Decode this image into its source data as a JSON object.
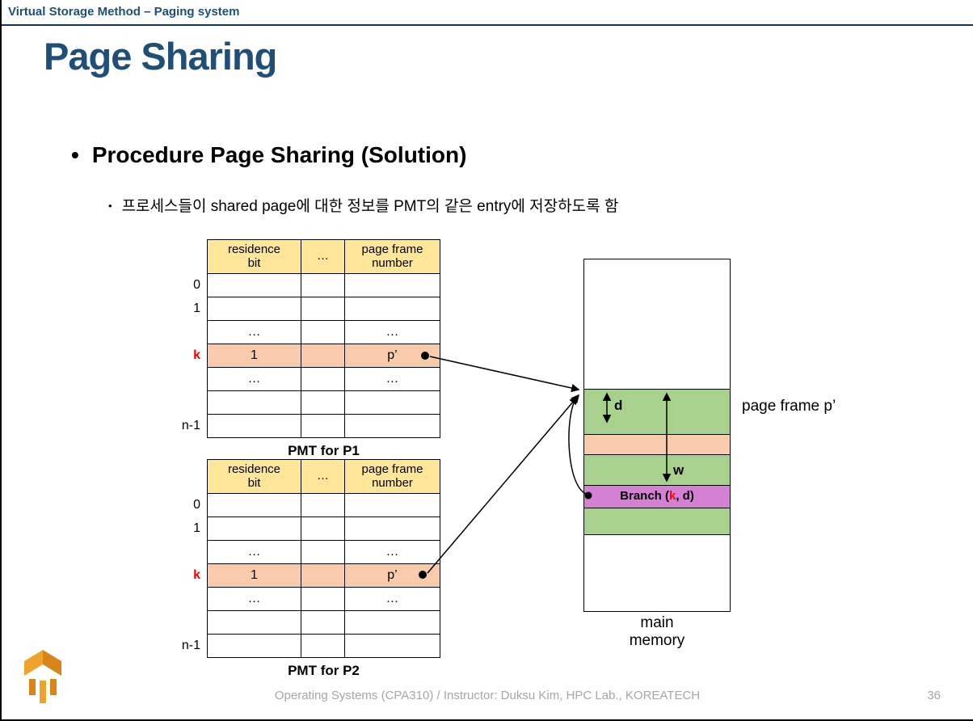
{
  "slide": {
    "breadcrumb": "Virtual Storage Method – Paging system",
    "title": "Page Sharing",
    "bullet_marker": "•",
    "bullet_main": "Procedure Page Sharing (Solution)",
    "bullet_sub": "프로세스들이 shared page에 대한 정보를 PMT의 같은 entry에 저장하도록 함"
  },
  "tables": [
    {
      "caption": "PMT for P1",
      "headers": {
        "col1": "residence\nbit",
        "col2": "…",
        "col3": "page frame\nnumber"
      },
      "rows": [
        {
          "label": "0",
          "c1": "",
          "c3": ""
        },
        {
          "label": "1",
          "c1": "",
          "c3": ""
        },
        {
          "label": "",
          "c1": "…",
          "c3": "…"
        },
        {
          "label": "k",
          "c1": "1",
          "c3": "p’"
        },
        {
          "label": "",
          "c1": "…",
          "c3": "…"
        },
        {
          "label": "",
          "c1": "",
          "c3": ""
        },
        {
          "label": "n-1",
          "c1": "",
          "c3": ""
        }
      ]
    },
    {
      "caption": "PMT for P2",
      "headers": {
        "col1": "residence\nbit",
        "col2": "…",
        "col3": "page frame\nnumber"
      },
      "rows": [
        {
          "label": "0",
          "c1": "",
          "c3": ""
        },
        {
          "label": "1",
          "c1": "",
          "c3": ""
        },
        {
          "label": "",
          "c1": "…",
          "c3": "…"
        },
        {
          "label": "k",
          "c1": "1",
          "c3": "p’"
        },
        {
          "label": "",
          "c1": "…",
          "c3": "…"
        },
        {
          "label": "",
          "c1": "",
          "c3": ""
        },
        {
          "label": "n-1",
          "c1": "",
          "c3": ""
        }
      ]
    }
  ],
  "memory": {
    "d_label": "d",
    "w_label": "w",
    "branch_pre": "Branch (",
    "branch_k": "k",
    "branch_post": ", d)",
    "frame_label": "page frame p’",
    "caption_line1": "main",
    "caption_line2": "memory"
  },
  "footer": {
    "text": "Operating Systems (CPA310) / Instructor: Duksu Kim, HPC Lab., KOREATECH",
    "page_number": "36"
  },
  "colors": {
    "accent_blue": "#1F4E79",
    "table_header_yellow": "#FFE699",
    "highlight_peach": "#F8CBAD",
    "frame_green": "#A9D18E",
    "branch_purple": "#D381D3",
    "label_red": "#FF0000",
    "footer_gray": "#A6A6A6",
    "logo_orange": "#F0A32C"
  }
}
